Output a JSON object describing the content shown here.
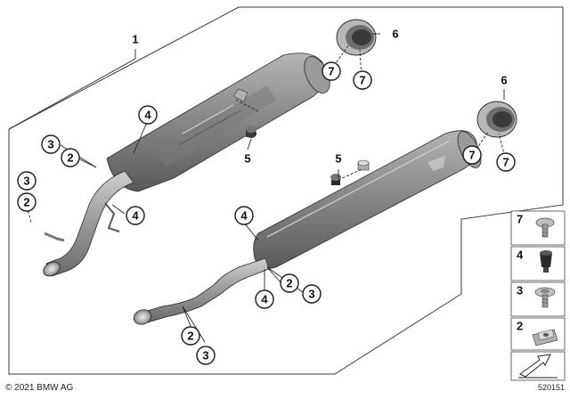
{
  "callouts": {
    "c1": "1",
    "c2": "2",
    "c3": "3",
    "c4": "4",
    "c5": "5",
    "c6": "6",
    "c7": "7"
  },
  "legend": [
    "7",
    "4",
    "3",
    "2"
  ],
  "footer": {
    "copyright": "© 2021 BMW AG",
    "diagram_number": "520151"
  },
  "colors": {
    "muffler": "#8c8c8c",
    "muffler_dark": "#5e5e5e",
    "outline": "#2a2a2a"
  }
}
